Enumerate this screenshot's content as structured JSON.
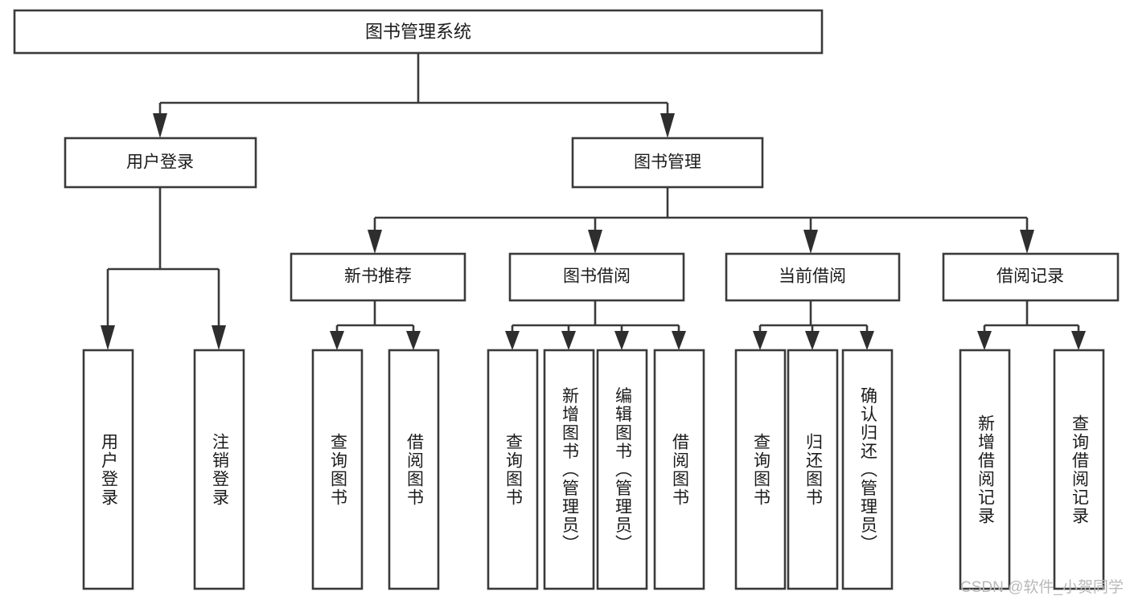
{
  "diagram": {
    "title": "图书管理系统",
    "type": "tree-hierarchy-functional-decomposition",
    "watermark": "CSDN @软件_小贺同学",
    "colors": {
      "box_stroke": "#3a3a3a",
      "box_fill": "#ffffff",
      "text": "#1b1b1b",
      "background": "#ffffff",
      "watermark": "#b9b9b9"
    },
    "root": {
      "label": "图书管理系统"
    },
    "level2": [
      {
        "label": "用户登录"
      },
      {
        "label": "图书管理"
      }
    ],
    "level3": [
      {
        "label": "新书推荐"
      },
      {
        "label": "图书借阅"
      },
      {
        "label": "当前借阅"
      },
      {
        "label": "借阅记录"
      }
    ],
    "leaves": {
      "user_login": [
        {
          "label": "用户登录"
        },
        {
          "label": "注销登录"
        }
      ],
      "new_book_recommend": [
        {
          "label": "查询图书"
        },
        {
          "label": "借阅图书"
        }
      ],
      "book_borrow": [
        {
          "label": "查询图书"
        },
        {
          "label": "新增图书（管理员）"
        },
        {
          "label": "编辑图书（管理员）"
        },
        {
          "label": "借阅图书"
        }
      ],
      "current_borrow": [
        {
          "label": "查询图书"
        },
        {
          "label": "归还图书"
        },
        {
          "label": "确认归还（管理员）"
        }
      ],
      "borrow_record": [
        {
          "label": "新增借阅记录"
        },
        {
          "label": "查询借阅记录"
        }
      ]
    }
  }
}
